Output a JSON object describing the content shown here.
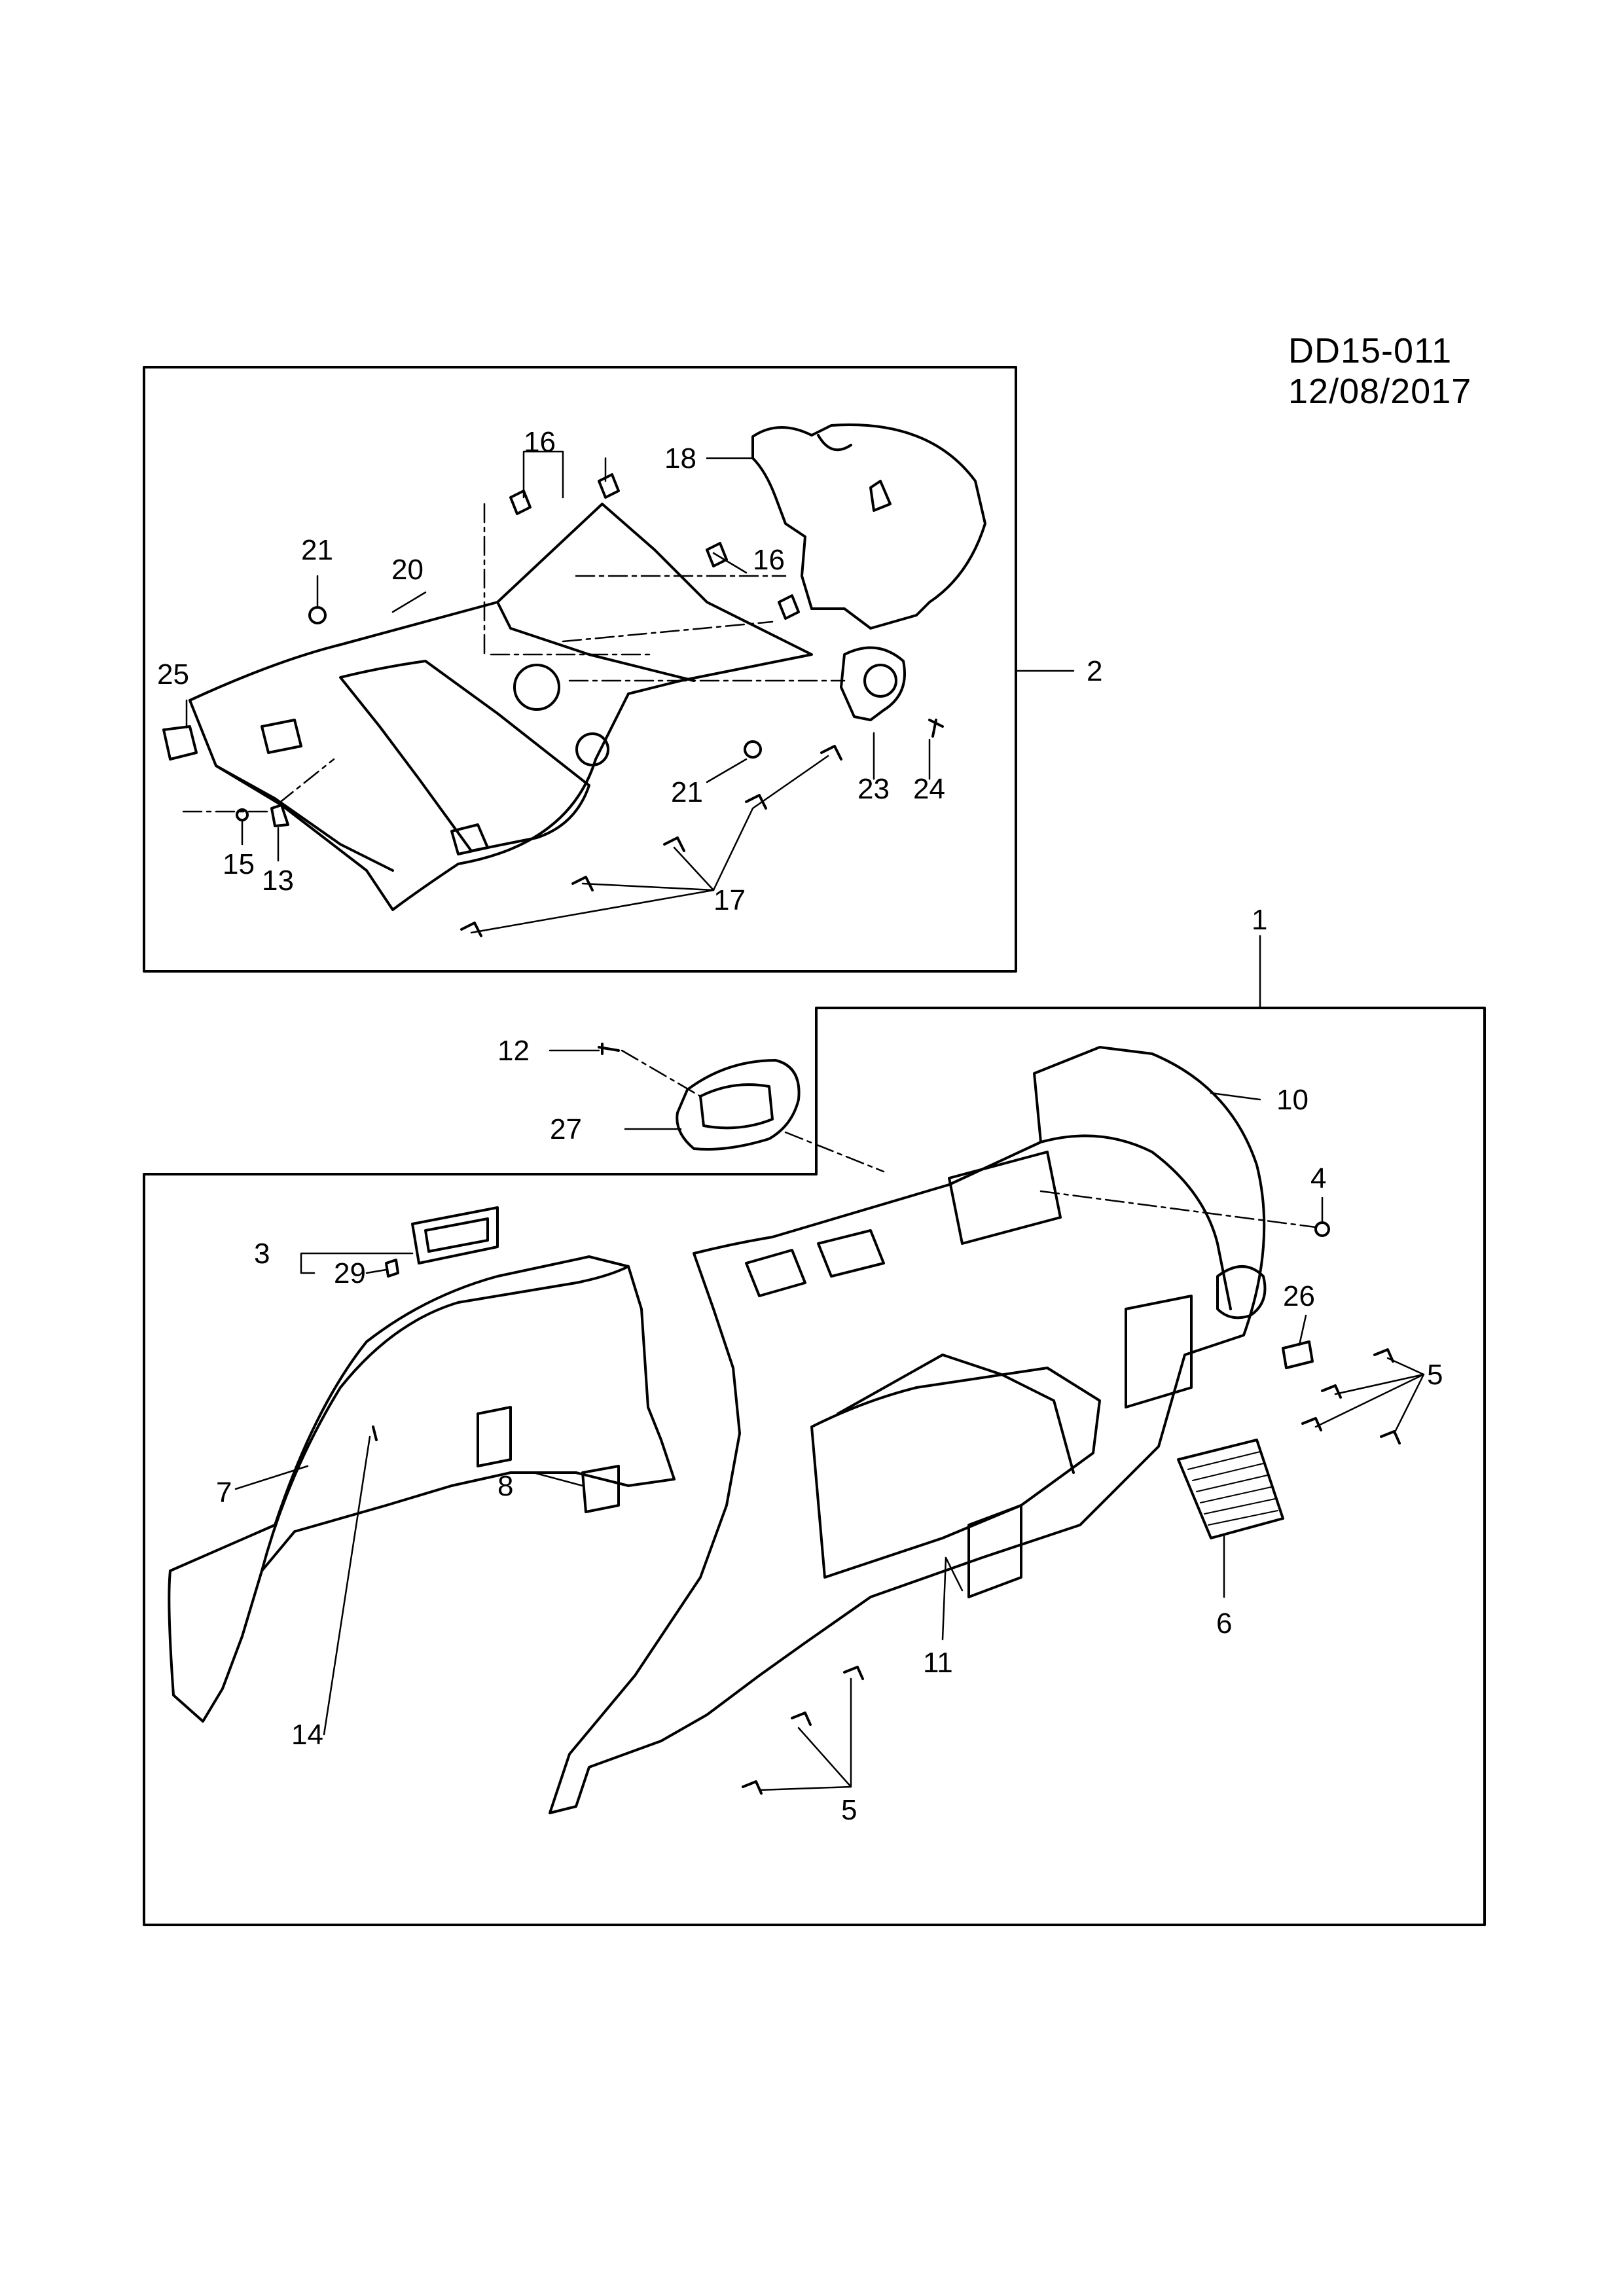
{
  "document": {
    "reference": "DD15-011 12/08/2017"
  },
  "callouts": {
    "c1": "1",
    "c2": "2",
    "c3": "3",
    "c4": "4",
    "c5a": "5",
    "c5b": "5",
    "c6": "6",
    "c7": "7",
    "c8": "8",
    "c10": "10",
    "c11": "11",
    "c12": "12",
    "c13": "13",
    "c14": "14",
    "c15": "15",
    "c16a": "16",
    "c16b": "16",
    "c17a": "17",
    "c18": "18",
    "c20": "20",
    "c21a": "21",
    "c21b": "21",
    "c23": "23",
    "c24": "24",
    "c25": "25",
    "c26": "26",
    "c27": "27",
    "c29": "29"
  }
}
